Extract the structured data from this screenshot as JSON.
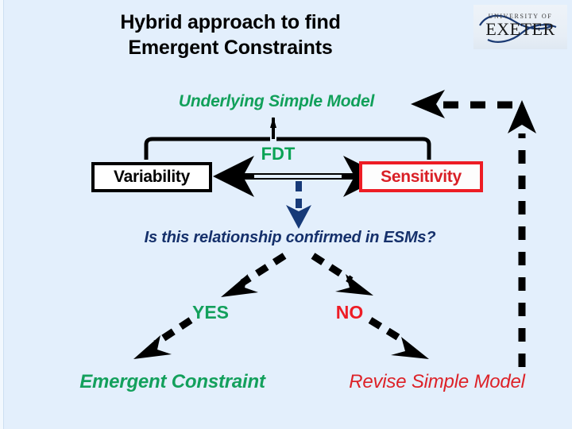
{
  "slide": {
    "title": "Hybrid approach to find\nEmergent Constraints",
    "background_color": "#e3effc"
  },
  "logo": {
    "name": "university-of-exeter-logo",
    "line1": "UNIVERSITY OF",
    "line2": "EXETER"
  },
  "diagram": {
    "type": "flowchart",
    "nodes": {
      "underlying_simple_model": {
        "label": "Underlying Simple Model",
        "color": "#11a05a",
        "style": "bold-italic"
      },
      "fdt": {
        "label": "FDT",
        "color": "#0aa355",
        "style": "bold"
      },
      "variability": {
        "label": "Variability",
        "text_color": "#000000",
        "border_color": "#000000",
        "fill_color": "#ffffff"
      },
      "sensitivity": {
        "label": "Sensitivity",
        "text_color": "#d91f26",
        "border_color": "#ed1c24",
        "fill_color": "#fdfdfd"
      },
      "question": {
        "label": "Is this relationship confirmed in ESMs?",
        "color": "#15306b",
        "style": "bold-italic"
      },
      "yes": {
        "label": "YES",
        "color": "#13a05c"
      },
      "no": {
        "label": "NO",
        "color": "#ee1c25"
      },
      "emergent_constraint": {
        "label": "Emergent Constraint",
        "color": "#13a05c",
        "style": "bold-italic"
      },
      "revise_simple_model": {
        "label": "Revise Simple Model",
        "color": "#dd2228",
        "style": "italic"
      }
    },
    "edges": [
      {
        "name": "brace-stem-to-model",
        "from": "brace",
        "to": "underlying_simple_model",
        "style": "solid",
        "color": "#000000"
      },
      {
        "name": "brace-over-variability-sensitivity",
        "from": "variability",
        "to": "sensitivity",
        "style": "brace",
        "color": "#000000"
      },
      {
        "name": "fdt-double-arrow",
        "from": "variability",
        "to": "sensitivity",
        "style": "double-headed-solid",
        "color": "#000000"
      },
      {
        "name": "fdt-down-to-question",
        "from": "fdt",
        "to": "question",
        "style": "dashed-arrow",
        "color": "#173a78"
      },
      {
        "name": "question-to-yes",
        "from": "question",
        "to": "yes",
        "style": "dashed-arrow",
        "color": "#000000"
      },
      {
        "name": "question-to-no",
        "from": "question",
        "to": "no",
        "style": "dashed-arrow",
        "color": "#000000"
      },
      {
        "name": "yes-to-emergent-constraint",
        "from": "yes",
        "to": "emergent_constraint",
        "style": "dashed-arrow",
        "color": "#000000"
      },
      {
        "name": "no-to-revise-simple-model",
        "from": "no",
        "to": "revise_simple_model",
        "style": "dashed-arrow",
        "color": "#000000"
      },
      {
        "name": "feedback-loop-revise-to-model",
        "from": "revise_simple_model",
        "to": "underlying_simple_model",
        "style": "dashed-arrow-double-head",
        "color": "#000000"
      }
    ]
  }
}
